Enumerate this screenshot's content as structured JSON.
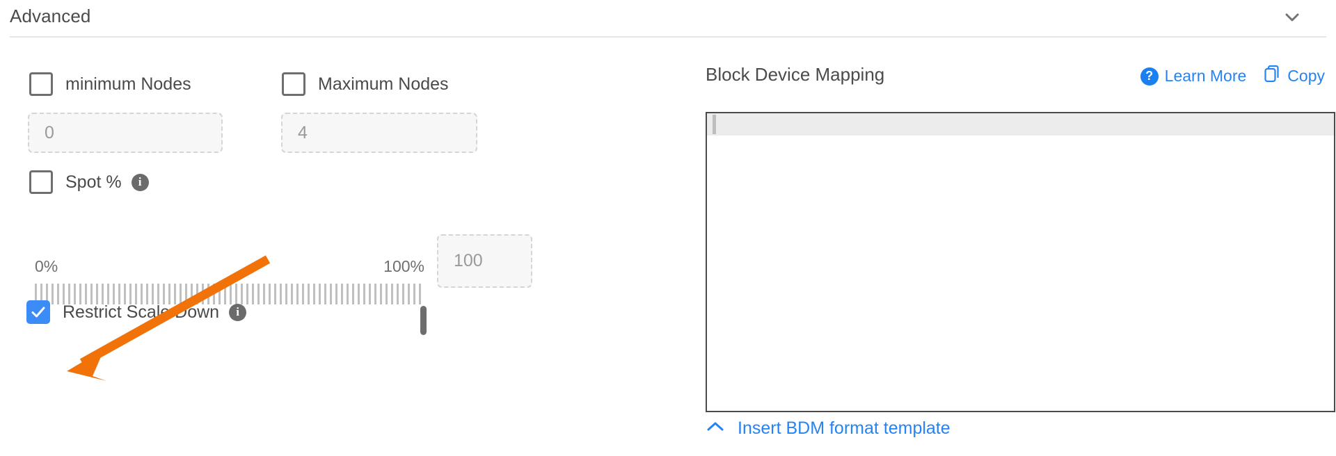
{
  "header": {
    "title": "Advanced",
    "collapse_icon": "chevron-down-icon"
  },
  "left": {
    "min_nodes": {
      "label": "minimum Nodes",
      "checked": false,
      "input_value": "0"
    },
    "max_nodes": {
      "label": "Maximum Nodes",
      "checked": false,
      "input_value": "4"
    },
    "spot": {
      "label": "Spot %",
      "checked": false,
      "info_icon": "info-icon",
      "info_glyph": "i"
    },
    "slider": {
      "min_label": "0%",
      "max_label": "100%",
      "value": 100,
      "value_input": "100"
    },
    "restrict_scale_down": {
      "label": "Restrict Scale Down",
      "checked": true,
      "info_icon": "info-icon",
      "info_glyph": "i",
      "checkbox_color": "#3b8cf6"
    }
  },
  "right": {
    "title": "Block Device Mapping",
    "learn_more": {
      "label": "Learn More",
      "icon": "question-mark-icon",
      "glyph": "?"
    },
    "copy": {
      "label": "Copy",
      "icon": "copy-icon"
    },
    "editor": {
      "value": "",
      "first_line_highlighted": true
    },
    "insert_template": {
      "label": "Insert BDM format template",
      "icon": "chevron-up-icon"
    }
  },
  "annotation": {
    "type": "arrow",
    "color": "#f07209",
    "points_to": "restrict-scale-down-checkbox"
  },
  "colors": {
    "link": "#2683f2",
    "accent_blue": "#3b8cf6",
    "annotation_orange": "#f07209",
    "text": "#4a4a4a"
  }
}
